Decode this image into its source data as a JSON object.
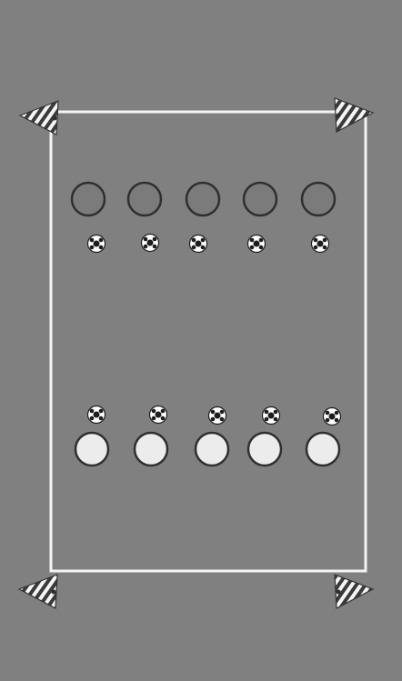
{
  "colors": {
    "background": "#808080",
    "pitch_line": "#f4f4f4",
    "team_dark_fill": "#7b7b7b",
    "team_dark_stroke": "#2f2f2f",
    "team_light_fill": "#ececec",
    "team_light_stroke": "#2f2f2f",
    "cone_stripe_dark": "#3a3a3a",
    "cone_stripe_light": "#f5f5f5",
    "ball_white": "#ffffff",
    "ball_black": "#1d1d1d"
  },
  "diagram": {
    "pitch": {
      "corner_cones": 4
    },
    "teams": {
      "top": {
        "player_count": 5,
        "player_style": "dark-outline-circles"
      },
      "bottom": {
        "player_count": 5,
        "player_style": "light-filled-circles"
      }
    },
    "balls": {
      "top_row_count": 5,
      "bottom_row_count": 5
    }
  }
}
